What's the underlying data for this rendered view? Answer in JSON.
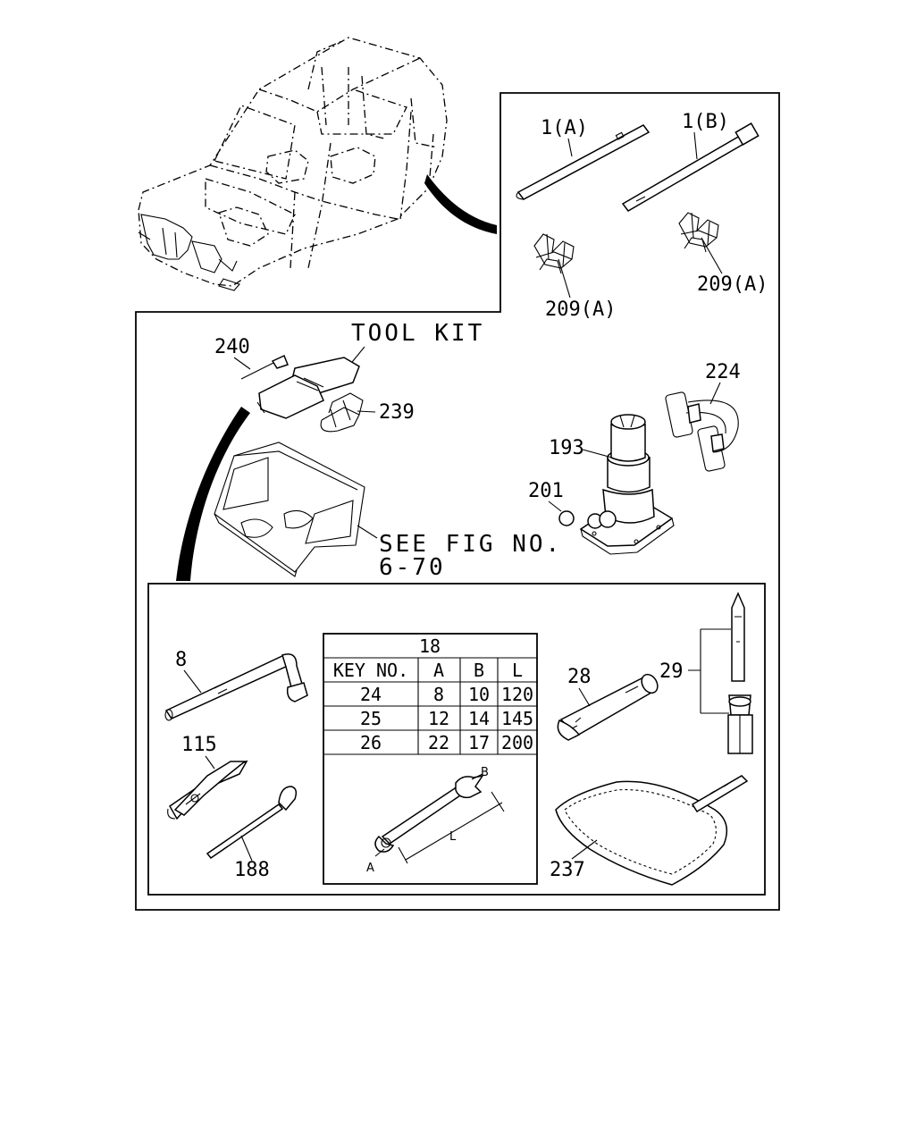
{
  "labels": {
    "p1a": "1(A)",
    "p1b": "1(B)",
    "p209a_left": "209(A)",
    "p209a_right": "209(A)",
    "tool_kit": "TOOL KIT",
    "p240": "240",
    "p239": "239",
    "p224": "224",
    "p193": "193",
    "p201": "201",
    "see_fig_line1": "SEE FIG NO.",
    "see_fig_line2": "6-70",
    "p8": "8",
    "p115": "115",
    "p188": "188",
    "p28": "28",
    "p29": "29",
    "p237": "237",
    "dim_a": "A",
    "dim_b": "B",
    "dim_l": "L"
  },
  "spec_table": {
    "title": "18",
    "headers": [
      "KEY NO.",
      "A",
      "B",
      "L"
    ],
    "rows": [
      [
        "24",
        "8",
        "10",
        "120"
      ],
      [
        "25",
        "12",
        "14",
        "145"
      ],
      [
        "26",
        "22",
        "17",
        "200"
      ]
    ]
  }
}
